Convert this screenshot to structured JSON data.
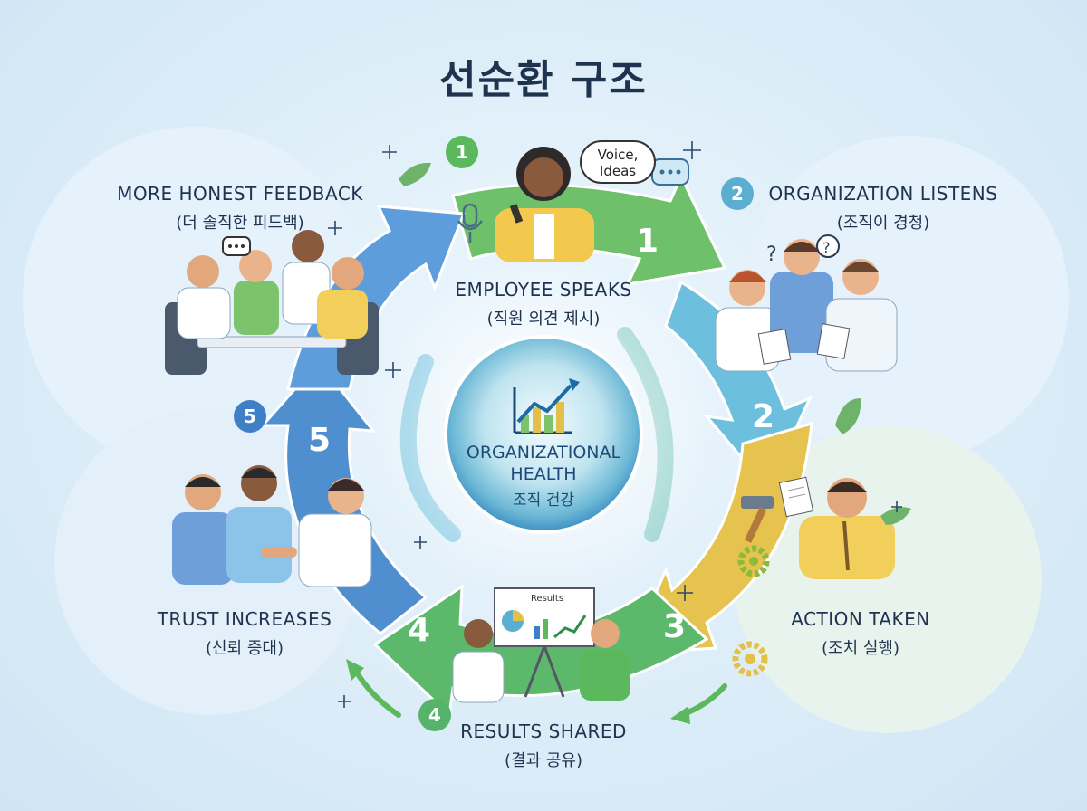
{
  "title": "선순환 구조",
  "center": {
    "label_en": "ORGANIZATIONAL HEALTH",
    "label_ko": "조직 건강"
  },
  "speech_bubble": {
    "line1": "Voice,",
    "line2": "Ideas"
  },
  "board_label": "Results",
  "colors": {
    "step1": "#5cb85c",
    "step2": "#5aaed0",
    "step3": "#e3c04a",
    "step4": "#56b36a",
    "step5": "#3f7fc6",
    "title": "#1f3350"
  },
  "steps": [
    {
      "number": "1",
      "label_en": "EMPLOYEE SPEAKS",
      "label_ko": "(직원 의견 제시)"
    },
    {
      "number": "2",
      "label_en": "ORGANIZATION LISTENS",
      "label_ko": "(조직이 경청)"
    },
    {
      "number": "3",
      "label_en": "ACTION TAKEN",
      "label_ko": "(조치 실행)"
    },
    {
      "number": "4",
      "label_en": "RESULTS SHARED",
      "label_ko": "(결과 공유)"
    },
    {
      "number": "5",
      "label_en": "TRUST INCREASES",
      "label_ko": "(신뢰 증대)"
    }
  ],
  "top_left": {
    "label_en": "MORE HONEST FEEDBACK",
    "label_ko": "(더 솔직한 피드백)"
  }
}
